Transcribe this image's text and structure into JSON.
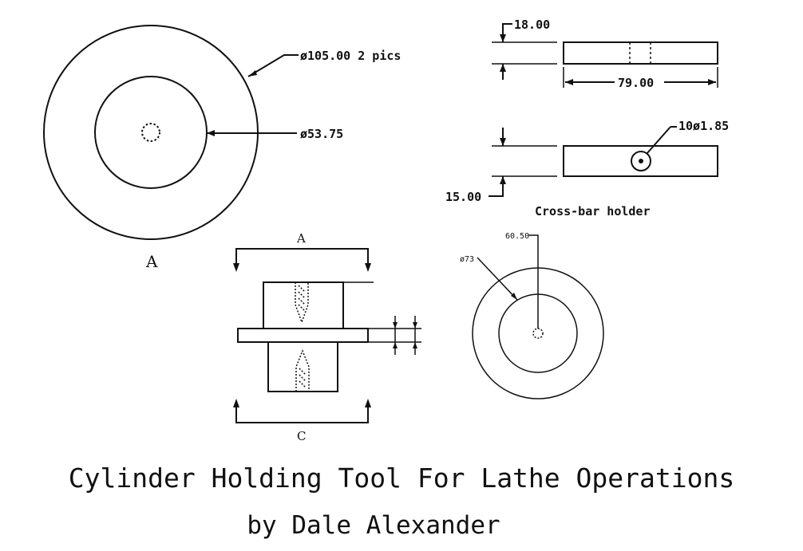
{
  "view_a": {
    "outer_diameter_label": "ø105.00 2 pics",
    "inner_diameter_label": "ø53.75",
    "view_letter": "A"
  },
  "crossbar": {
    "height_label": "18.00",
    "length_label": "79.00",
    "hole_label": "10ø1.85",
    "width_label": "15.00",
    "caption": "Cross-bar holder"
  },
  "section": {
    "top_label": "A",
    "bottom_label": "C"
  },
  "small_view": {
    "dim_top_label": "60.50",
    "diameter_label": "ø73"
  },
  "title": {
    "main": "Cylinder Holding Tool For Lathe Operations",
    "author": "by Dale Alexander"
  }
}
